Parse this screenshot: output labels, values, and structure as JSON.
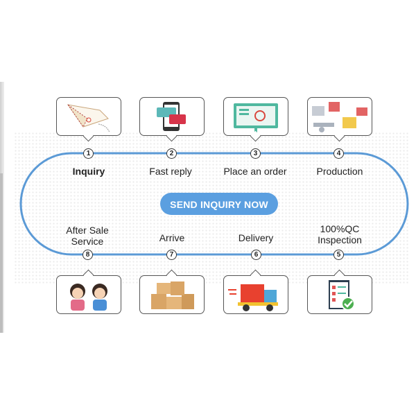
{
  "cta": {
    "label": "SEND INQUIRY NOW"
  },
  "colors": {
    "track": "#5b9ad6",
    "button": "#5b9fe0"
  },
  "steps": [
    {
      "number": "1",
      "label": "Inquiry",
      "icon": "paper-plane-envelope-icon"
    },
    {
      "number": "2",
      "label": "Fast reply",
      "icon": "phone-chat-icon"
    },
    {
      "number": "3",
      "label": "Place an order",
      "icon": "online-cart-icon"
    },
    {
      "number": "4",
      "label": "Production",
      "icon": "factory-line-icon"
    },
    {
      "number": "5",
      "label_line1": "100%QC",
      "label_line2": "Inspection",
      "icon": "checklist-icon"
    },
    {
      "number": "6",
      "label": "Delivery",
      "icon": "truck-icon"
    },
    {
      "number": "7",
      "label": "Arrive",
      "icon": "boxes-icon"
    },
    {
      "number": "8",
      "label_line1": "After Sale",
      "label_line2": "Service",
      "icon": "support-staff-icon"
    }
  ]
}
